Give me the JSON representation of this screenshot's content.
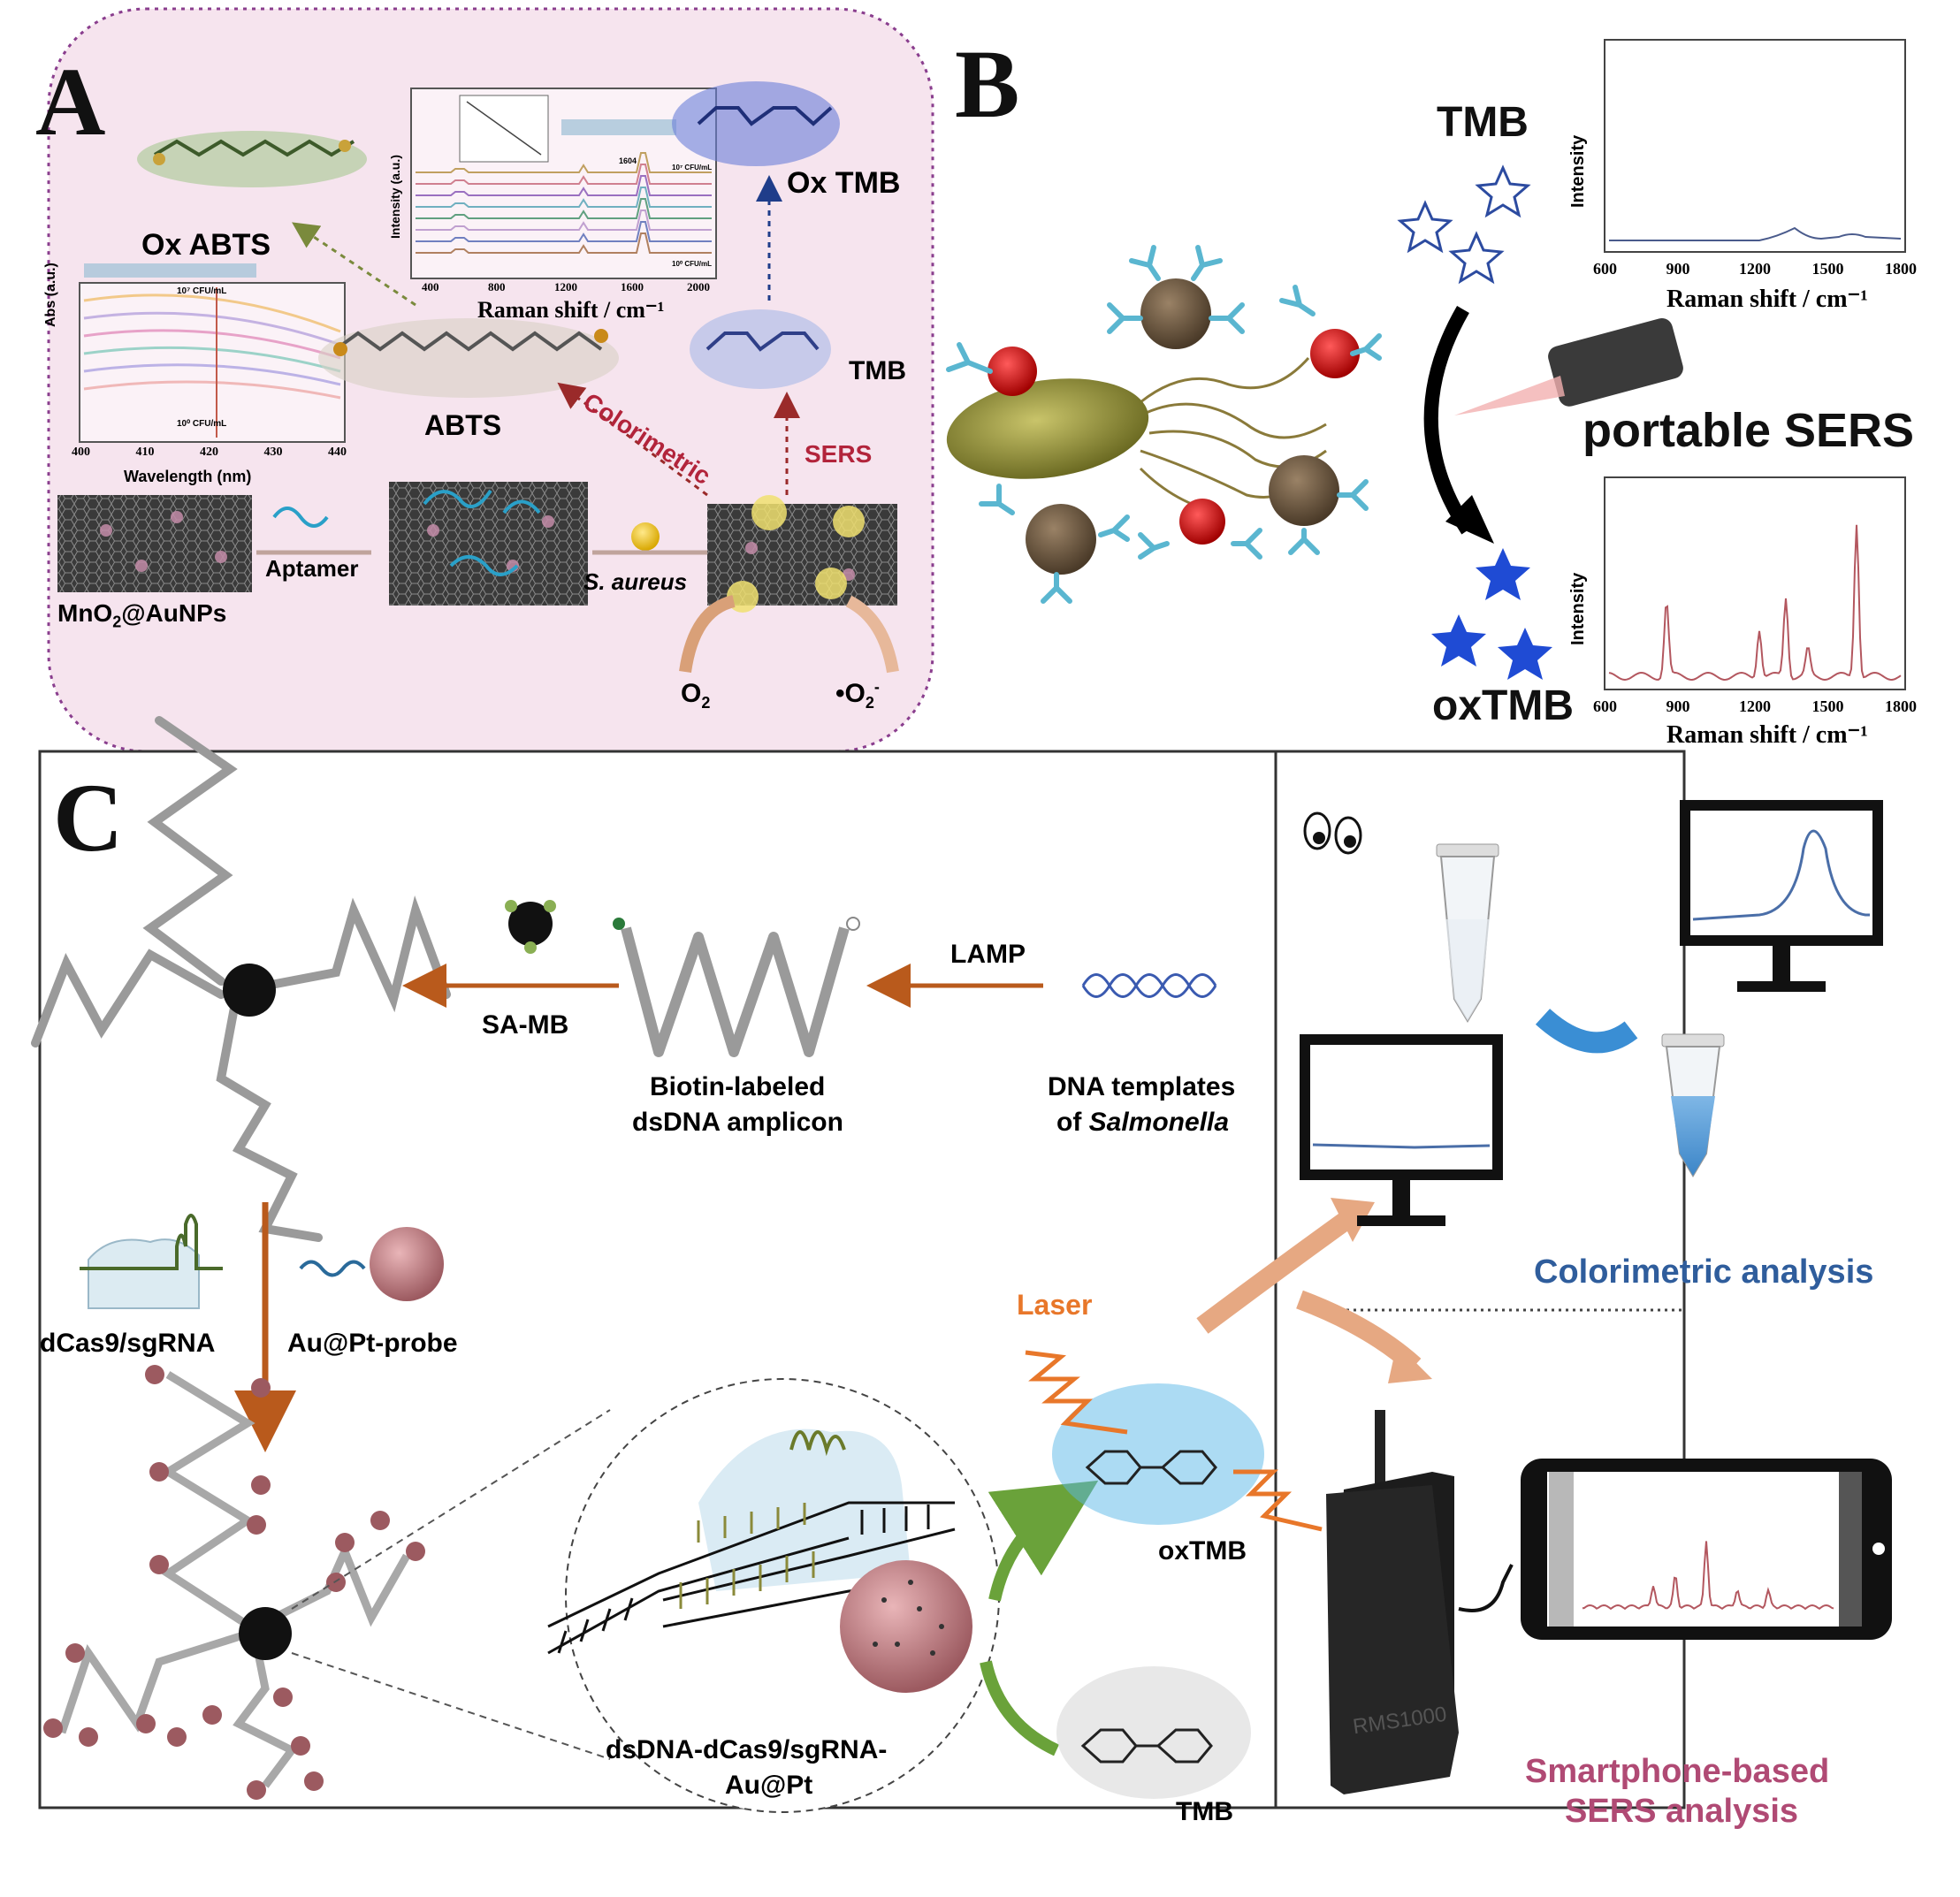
{
  "panelA": {
    "letter": "A",
    "ox_abts": "Ox ABTS",
    "ox_tmb": "Ox TMB",
    "abts": "ABTS",
    "tmb": "TMB",
    "colorimetric": "Colorimetric",
    "sers": "SERS",
    "aptamer": "Aptamer",
    "s_aureus": "S. aureus",
    "mno2": "MnO",
    "mno2_sub": "2",
    "mno2_rest": "@AuNPs",
    "o2": "O",
    "o2_sub": "2",
    "radical": "•O",
    "radical_sub": "2",
    "radical_sup": "-",
    "abs_chart": {
      "ylabel": "Abs (a.u.)",
      "xlabel": "Wavelength (nm)",
      "xticks": [
        "400",
        "410",
        "420",
        "430",
        "440"
      ],
      "top_label": "10⁷ CFU/mL",
      "bottom_label": "10⁰ CFU/mL"
    },
    "raman_chart": {
      "ylabel": "Intensity (a.u.)",
      "xlabel": "Raman shift / cm⁻¹",
      "xticks": [
        "400",
        "800",
        "1200",
        "1600",
        "2000"
      ],
      "peak_label": "1604",
      "top_series_label": "10⁷ CFU/mL",
      "bottom_series_label": "10⁰ CFU/mL"
    }
  },
  "panelB": {
    "letter": "B",
    "tmb": "TMB",
    "oxtmb": "oxTMB",
    "portable": "portable SERS",
    "chart_top": {
      "ylabel": "Intensity",
      "xlabel": "Raman shift / cm⁻¹",
      "xticks": [
        "600",
        "900",
        "1200",
        "1500",
        "1800"
      ]
    },
    "chart_bottom": {
      "ylabel": "Intensity",
      "xlabel": "Raman shift / cm⁻¹",
      "xticks": [
        "600",
        "900",
        "1200",
        "1500",
        "1800"
      ]
    }
  },
  "panelC": {
    "letter": "C",
    "lamp": "LAMP",
    "sa_mb": "SA-MB",
    "biotin_line1": "Biotin-labeled",
    "biotin_line2": "dsDNA amplicon",
    "dna_line1": "DNA templates",
    "dna_line2_pre": "of ",
    "dna_line2_it": "Salmonella",
    "dcas9": "dCas9/sgRNA",
    "aupt_probe": "Au@Pt-probe",
    "complex_line1": "dsDNA-dCas9/sgRNA-",
    "complex_line2": "Au@Pt",
    "laser": "Laser",
    "oxtmb": "oxTMB",
    "tmb": "TMB",
    "colorimetric_analysis": "Colorimetric analysis",
    "smartphone_line1": "Smartphone-based",
    "smartphone_line2": "SERS analysis",
    "device_label": "RMS1000"
  },
  "colors": {
    "panelA_bg": "#f6e4ee",
    "panelA_border": "#8a3e8e",
    "colorimetric_red": "#b2243b",
    "brown_arrow": "#b95a1c",
    "peach_arrow": "#e6a882",
    "green_arrow": "#6aa23a",
    "blue_text": "#2f5d9c",
    "pink_text": "#b04a74",
    "sers_trace": "#b3575f",
    "flat_trace": "#4a5b8c"
  }
}
